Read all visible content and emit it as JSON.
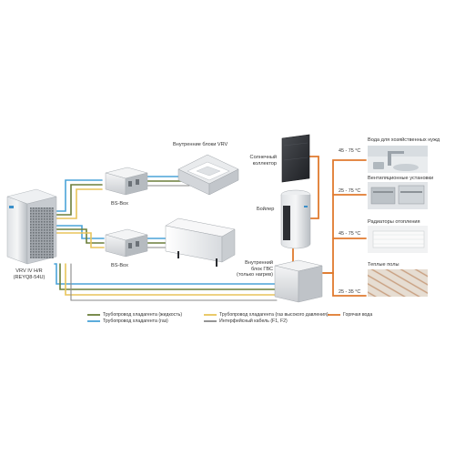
{
  "labels": {
    "indoor_vrv": "Внутренние блоки VRV",
    "solar_line1": "Солнечный",
    "solar_line2": "коллектор",
    "boiler": "Бойлер",
    "bsbox_top": "BS-Box",
    "bsbox_bottom": "BS-Box",
    "outdoor_line1": "VRV IV H/R",
    "outdoor_line2": "(REYQ8-54U)",
    "hw_unit_line1": "Внутренний",
    "hw_unit_line2": "блок ГВС",
    "hw_unit_line3": "(только нагрев)"
  },
  "outputs": [
    {
      "label": "Вода для хозяйственных нужд",
      "temp": "45 - 75 °C"
    },
    {
      "label": "Вентиляционные установки",
      "temp": "25 - 75 °C"
    },
    {
      "label": "Радиаторы отопления",
      "temp": "45 - 75 °C"
    },
    {
      "label": "Теплые полы",
      "temp": "25 - 35 °C"
    }
  ],
  "legend": [
    {
      "text": "Трубопровод хладагента (жидкость)",
      "color": "#6b7f3a"
    },
    {
      "text": "Трубопровод хладагента (газ)",
      "color": "#4aa3d8"
    },
    {
      "text": "Трубопровод хладагента (газ высокого давления)",
      "color": "#e8c45a"
    },
    {
      "text": "Интерфейсный кабель (F1, F2)",
      "color": "#8a8a8a"
    },
    {
      "text": "Горячая вода",
      "color": "#e07a2e"
    }
  ],
  "colors": {
    "liquid": "#6b7f3a",
    "gas": "#4aa3d8",
    "hp_gas": "#e8c45a",
    "cable": "#8a8a8a",
    "hot_water": "#e07a2e"
  }
}
